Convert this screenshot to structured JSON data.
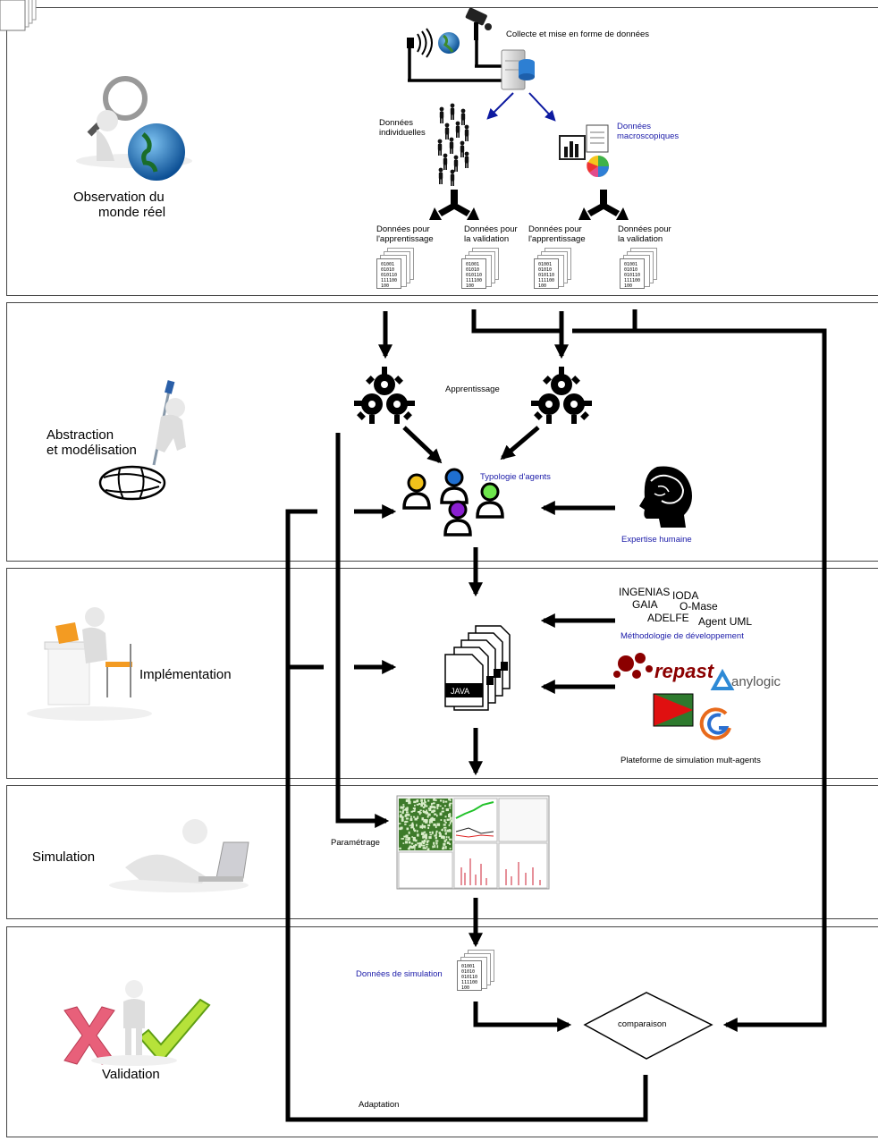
{
  "stages": {
    "observation": {
      "label_line1": "Observation du",
      "label_line2": "monde réel"
    },
    "abstraction": {
      "label_line1": "Abstraction",
      "label_line2": "et modélisation"
    },
    "implementation": {
      "label": "Implémentation"
    },
    "simulation": {
      "label": "Simulation"
    },
    "validation": {
      "label": "Validation"
    }
  },
  "observation": {
    "collect_label": "Collecte et mise en forme de données",
    "individual_line1": "Données",
    "individual_line2": "individuelles",
    "macro_line1": "Données",
    "macro_line2": "macroscopiques",
    "data_groups": [
      {
        "line1": "Données pour",
        "line2": "l'apprentissage"
      },
      {
        "line1": "Données pour",
        "line2": "la validation"
      },
      {
        "line1": "Données pour",
        "line2": "l'apprentissage"
      },
      {
        "line1": "Données pour",
        "line2": "la validation"
      }
    ],
    "binary_lines": [
      "01001",
      "01010",
      "010110",
      "111100",
      "100"
    ]
  },
  "abstraction": {
    "learning_label": "Apprentissage",
    "typology_label": "Typologie d'agents",
    "expertise_label": "Expertise humaine",
    "agent_colors": [
      "#f2c21b",
      "#1f6fd1",
      "#6ee64c",
      "#8a1fd0"
    ]
  },
  "implementation": {
    "methods": [
      "INGENIAS",
      "IODA",
      "GAIA",
      "O-Mase",
      "ADELFE",
      "Agent UML"
    ],
    "methods_label": "Méthodologie de développement",
    "java_label": "JAVA",
    "platform_logos": [
      "repast",
      "anylogic"
    ],
    "platform_label": "Plateforme de simulation mult-agents"
  },
  "simulation": {
    "parametrage_label": "Paramétrage"
  },
  "validation": {
    "sim_data_label": "Données de simulation",
    "comparison_label": "comparaison",
    "adaptation_label": "Adaptation"
  },
  "colors": {
    "accent_blue": "#1a1aa8",
    "flow": "#000000"
  }
}
